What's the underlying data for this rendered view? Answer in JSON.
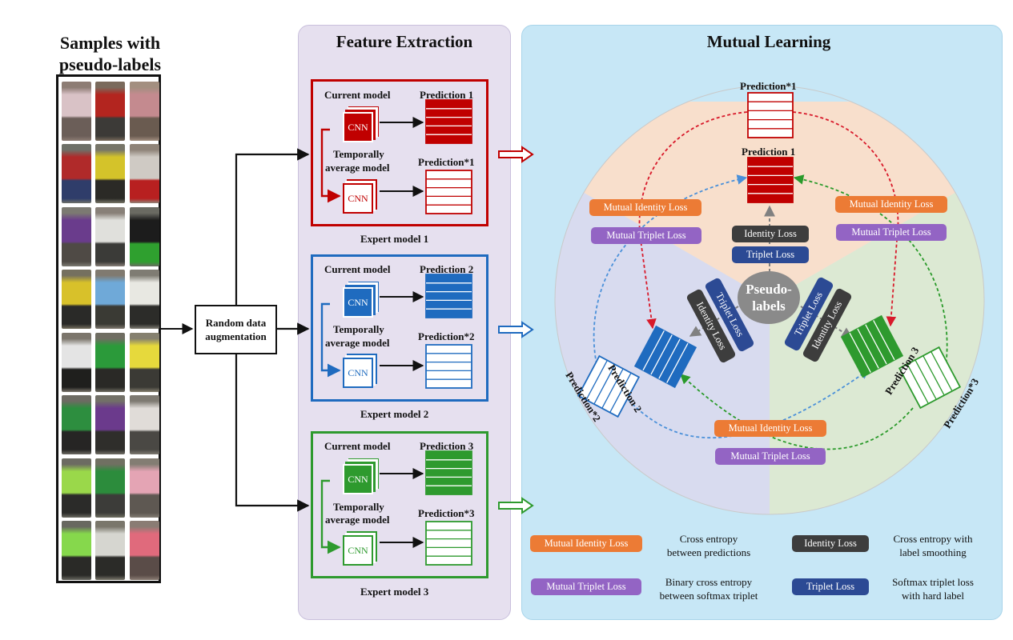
{
  "samples": {
    "title_line1": "Samples with",
    "title_line2": "pseudo-labels"
  },
  "augmentation": {
    "label_line1": "Random data",
    "label_line2": "augmentation"
  },
  "feature_extraction": {
    "title": "Feature Extraction",
    "experts": [
      {
        "current_model": "Current model",
        "temporal_line1": "Temporally",
        "temporal_line2": "average model",
        "cnn": "CNN",
        "prediction": "Prediction 1",
        "prediction_star": "Prediction*1",
        "caption": "Expert model 1",
        "color": "#c00000"
      },
      {
        "current_model": "Current model",
        "temporal_line1": "Temporally",
        "temporal_line2": "average model",
        "cnn": "CNN",
        "prediction": "Prediction 2",
        "prediction_star": "Prediction*2",
        "caption": "Expert model 2",
        "color": "#1f6bbf"
      },
      {
        "current_model": "Current model",
        "temporal_line1": "Temporally",
        "temporal_line2": "average model",
        "cnn": "CNN",
        "prediction": "Prediction 3",
        "prediction_star": "Prediction*3",
        "caption": "Expert model 3",
        "color": "#2e9a2e"
      }
    ]
  },
  "mutual_learning": {
    "title": "Mutual Learning",
    "pseudo_labels_line1": "Pseudo-",
    "pseudo_labels_line2": "labels",
    "predictions": {
      "p1": "Prediction 1",
      "p1_star": "Prediction*1",
      "p2": "Prediction 2",
      "p2_star": "Prediction*2",
      "p3": "Prediction 3",
      "p3_star": "Prediction*3"
    },
    "pills": {
      "mutual_identity_loss": "Mutual  Identity Loss",
      "mutual_triplet_loss": "Mutual Triplet Loss",
      "identity_loss": "Identity Loss",
      "triplet_loss": "Triplet Loss"
    },
    "sector_colors": {
      "top": "#f8dfcc",
      "left": "#d8dbef",
      "right": "#dce9d3"
    }
  },
  "legend": [
    {
      "pill": "Mutual  Identity Loss",
      "line1": "Cross entropy",
      "line2": "between predictions"
    },
    {
      "pill": "Identity Loss",
      "line1": "Cross entropy with",
      "line2": "label smoothing"
    },
    {
      "pill": "Mutual Triplet Loss",
      "line1": "Binary cross entropy",
      "line2": "between softmax triplet"
    },
    {
      "pill": "Triplet Loss",
      "line1": "Softmax triplet loss",
      "line2": "with hard label"
    }
  ]
}
